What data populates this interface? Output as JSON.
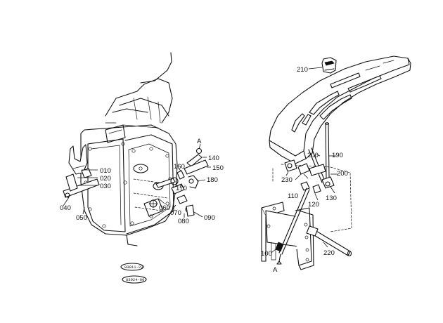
{
  "callouts": {
    "c010": "010",
    "c020": "020",
    "c030": "030",
    "c040": "040",
    "c050": "050",
    "c060": "060",
    "c070": "070",
    "c080": "080",
    "c090": "090",
    "c100": "100",
    "c110": "110",
    "c120": "120",
    "c130": "130",
    "c140": "140",
    "c150": "150",
    "c160": "160",
    "c170": "170",
    "c180": "180",
    "c190": "190",
    "c200a": "200",
    "c200b": "200",
    "c210": "210",
    "c220": "220",
    "c230": "230",
    "refA_left": "A",
    "refA_right": "A"
  },
  "stamps": {
    "s1": "83811-23",
    "s2": "83924-00"
  }
}
